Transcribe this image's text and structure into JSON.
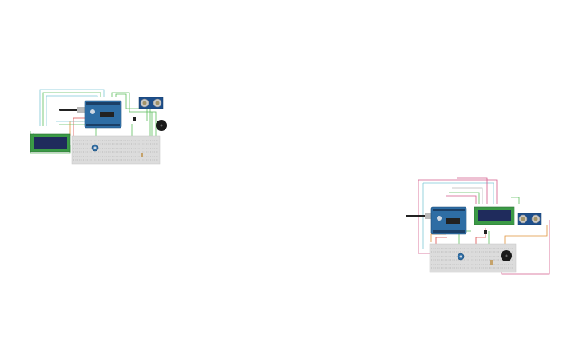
{
  "canvas": {
    "background": "#ffffff"
  },
  "circuits": [
    {
      "name": "circuit-upper-left",
      "components": [
        "usb-cable",
        "arduino-uno",
        "ultrasonic-sensor",
        "lcd-16x2",
        "potentiometer",
        "buzzer",
        "transistor",
        "breadboard"
      ]
    },
    {
      "name": "circuit-lower-right",
      "components": [
        "usb-cable",
        "arduino-uno",
        "ultrasonic-sensor",
        "lcd-16x2",
        "potentiometer",
        "buzzer",
        "transistor",
        "breadboard"
      ]
    }
  ],
  "colors": {
    "arduino": "#2e6da4",
    "breadboard": "#dcdcdc",
    "lcd_frame": "#3b9a46",
    "lcd_screen": "#1f2b5c",
    "sensor_board": "#1e4f8c",
    "wire_green": "#5cbf5c",
    "wire_cyan": "#7ec8d6",
    "wire_pink": "#d45b8a",
    "wire_orange": "#e0913a",
    "wire_red": "#d94b4b"
  }
}
